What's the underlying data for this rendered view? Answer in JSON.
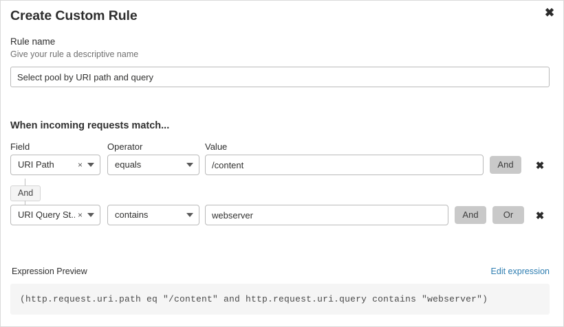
{
  "dialog": {
    "title": "Create Custom Rule",
    "close_icon": "close-icon",
    "close_glyph": "✖"
  },
  "rule_name": {
    "label": "Rule name",
    "help": "Give your rule a descriptive name",
    "value": "Select pool by URI path and query",
    "placeholder": "Rule name"
  },
  "match_section": {
    "heading": "When incoming requests match...",
    "columns": {
      "field": "Field",
      "operator": "Operator",
      "value": "Value"
    },
    "rows": [
      {
        "field": "URI Path",
        "field_clear_icon": "clear-x-icon",
        "field_clear_glyph": "×",
        "field_caret_icon": "chevron-down-icon",
        "operator": "equals",
        "operator_caret_icon": "chevron-down-icon",
        "value": "/content",
        "value_placeholder": "Value",
        "buttons": [
          "And"
        ],
        "delete_icon": "delete-row-icon",
        "delete_glyph": "✖"
      },
      {
        "field": "URI Query St...",
        "field_clear_icon": "clear-x-icon",
        "field_clear_glyph": "×",
        "field_caret_icon": "chevron-down-icon",
        "operator": "contains",
        "operator_caret_icon": "chevron-down-icon",
        "value": "webserver",
        "value_placeholder": "Value",
        "buttons": [
          "And",
          "Or"
        ],
        "delete_icon": "delete-row-icon",
        "delete_glyph": "✖"
      }
    ],
    "connector": {
      "label": "And"
    }
  },
  "expression_preview": {
    "title": "Expression Preview",
    "edit_link": "Edit expression",
    "expression": "(http.request.uri.path eq \"/content\" and http.request.uri.query contains \"webserver\")"
  },
  "colors": {
    "link": "#2c7cb0",
    "logic_button_bg": "#c9c9c9",
    "preview_bg": "#f5f5f5",
    "border": "#b9b9b9"
  }
}
